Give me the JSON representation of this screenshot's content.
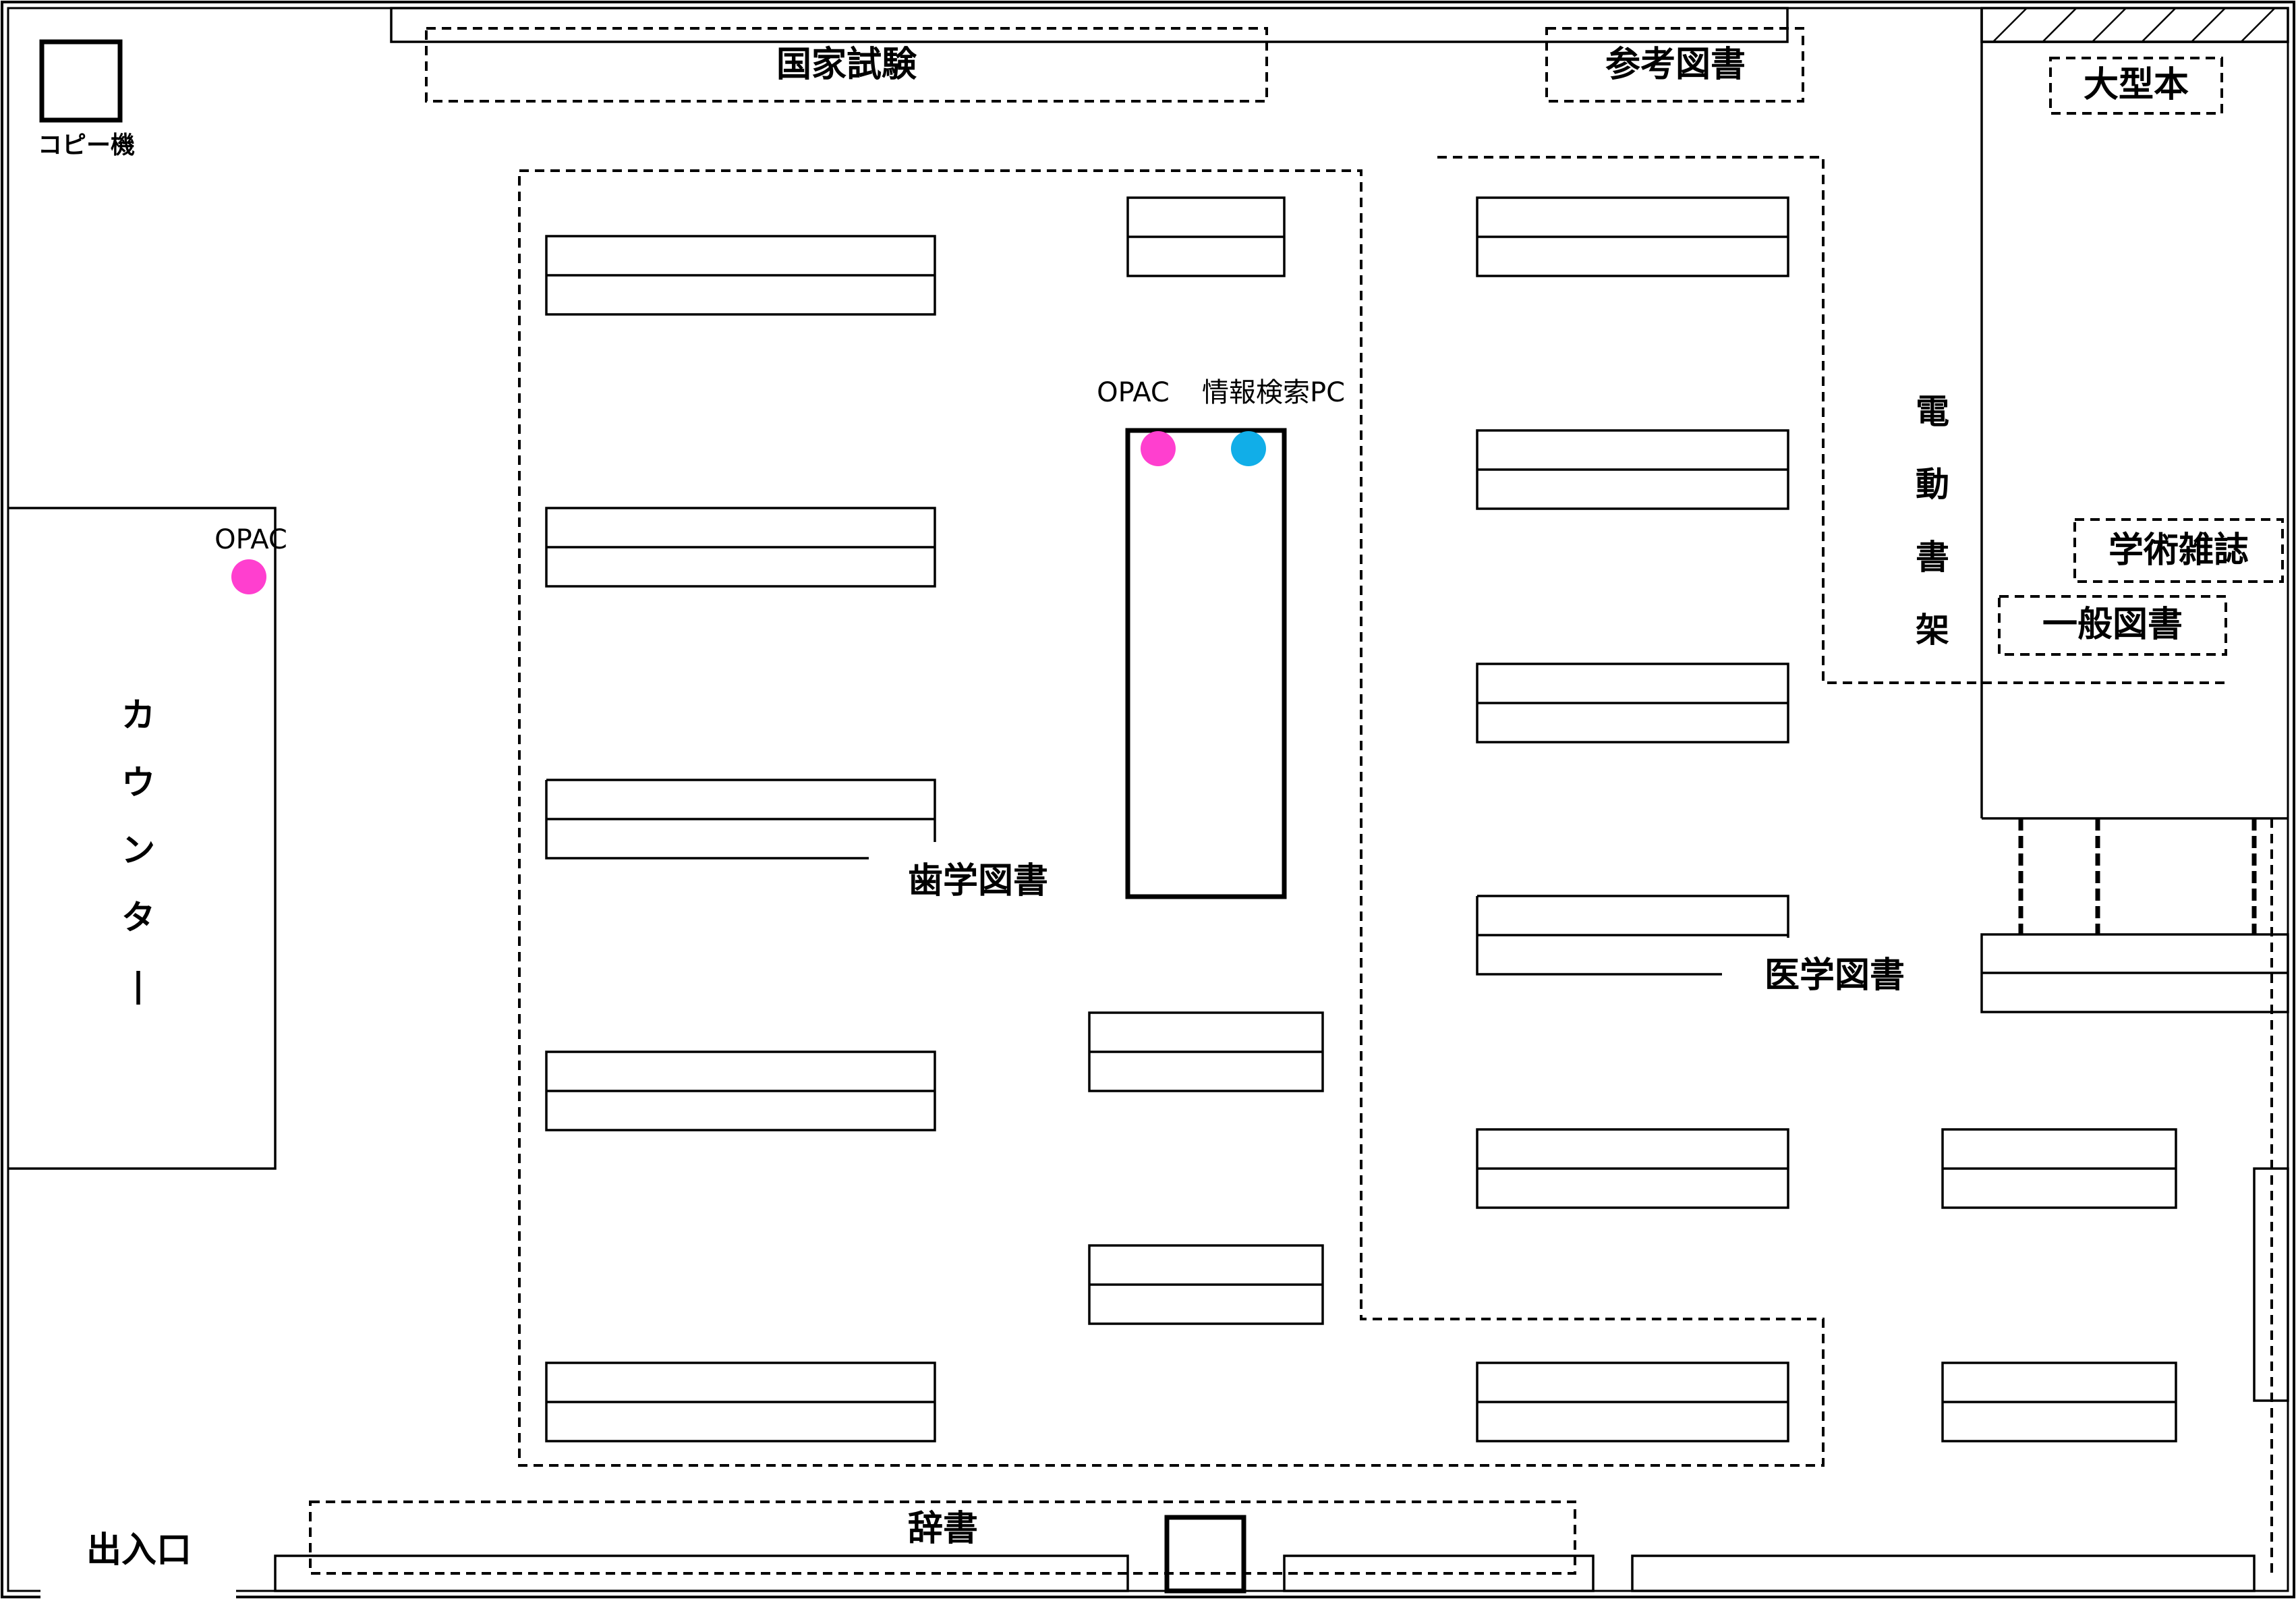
{
  "labels": {
    "copier": "コピー機",
    "national_exam": "国家試験",
    "reference": "参考図書",
    "oversized": "大型本",
    "opac_left": "OPAC",
    "opac_center": "OPAC",
    "search_pc": "情報検索PC",
    "counter": "カウンター",
    "dental_books": "歯学図書",
    "medical_books": "医学図書",
    "power_shelves": "電動書架",
    "journals": "学術雑誌",
    "general_books": "一般図書",
    "dictionaries": "辞書",
    "entrance": "出入口"
  },
  "markers": [
    {
      "name": "opac-marker-left",
      "color": "#ff3fcf"
    },
    {
      "name": "opac-marker-center",
      "color": "#ff3fcf"
    },
    {
      "name": "search-pc-marker",
      "color": "#11aee8"
    }
  ],
  "colors": {
    "opac": "#ff3fcf",
    "search_pc": "#11aee8"
  }
}
